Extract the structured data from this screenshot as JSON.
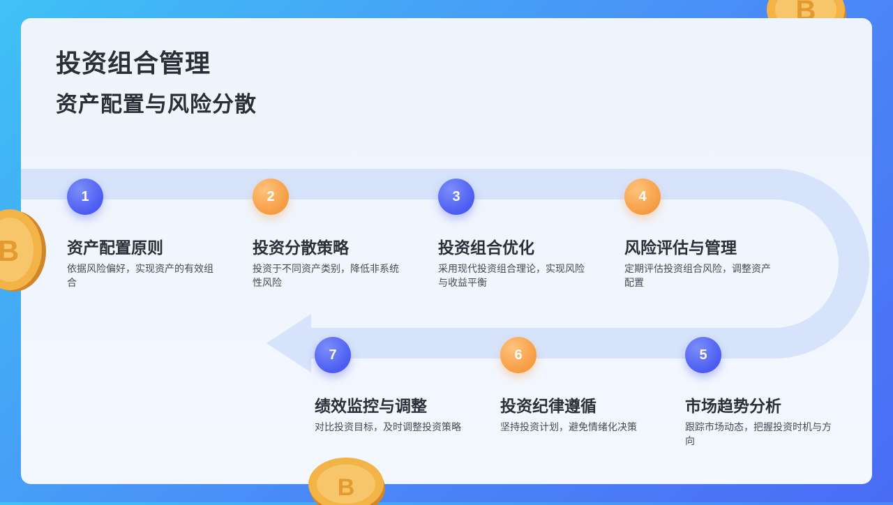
{
  "title": "投资组合管理",
  "subtitle": "资产配置与风险分散",
  "colors": {
    "badge_blue": "#4c5cf2",
    "badge_orange": "#f59a3f",
    "path": "#d6e3fb",
    "coin": "#f2a93b"
  },
  "steps": [
    {
      "num": "1",
      "title": "资产配置原则",
      "desc": "依据风险偏好，实现资产的有效组合",
      "color": "blue"
    },
    {
      "num": "2",
      "title": "投资分散策略",
      "desc": "投资于不同资产类别，降低非系统性风险",
      "color": "orange"
    },
    {
      "num": "3",
      "title": "投资组合优化",
      "desc": "采用现代投资组合理论，实现风险与收益平衡",
      "color": "blue"
    },
    {
      "num": "4",
      "title": "风险评估与管理",
      "desc": "定期评估投资组合风险，调整资产配置",
      "color": "orange"
    },
    {
      "num": "5",
      "title": "市场趋势分析",
      "desc": "跟踪市场动态，把握投资时机与方向",
      "color": "blue"
    },
    {
      "num": "6",
      "title": "投资纪律遵循",
      "desc": "坚持投资计划，避免情绪化决策",
      "color": "orange"
    },
    {
      "num": "7",
      "title": "绩效监控与调整",
      "desc": "对比投资目标，及时调整投资策略",
      "color": "blue"
    }
  ],
  "decorations": {
    "coin_icon": "bitcoin-coin-icon",
    "arrow_icon": "flow-arrow"
  }
}
